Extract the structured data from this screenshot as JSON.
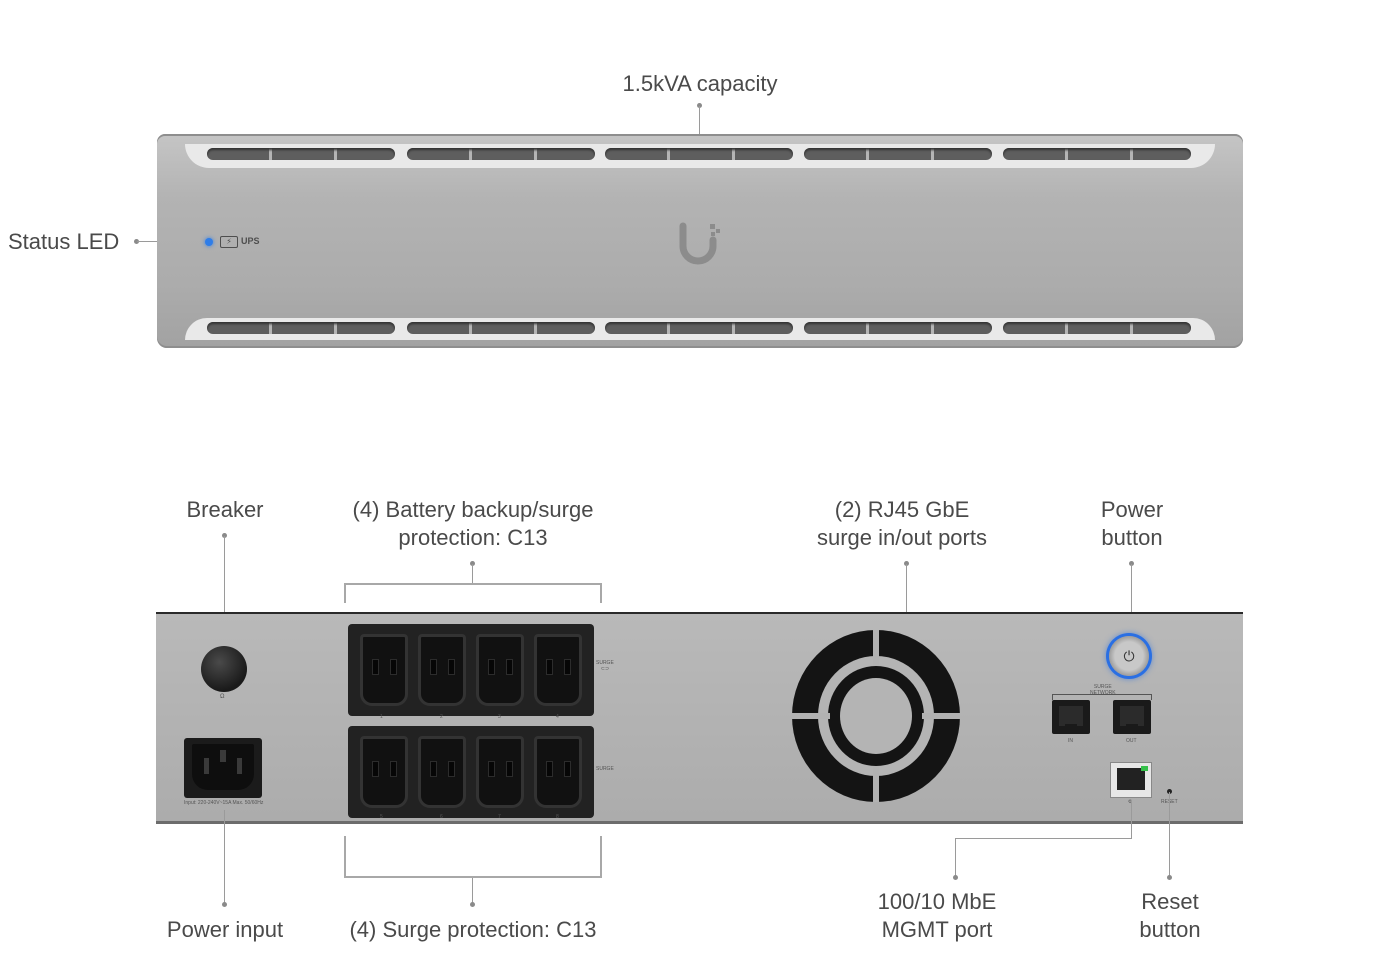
{
  "front": {
    "capacity_label": "1.5kVA capacity",
    "status_led_label": "Status LED",
    "led_indicator_text": "UPS",
    "status_led_color": "#2f7de8"
  },
  "rear": {
    "breaker_label": "Breaker",
    "battery_outlets_label_line1": "(4) Battery backup/surge",
    "battery_outlets_label_line2": "protection: C13",
    "rj45_label_line1": "(2) RJ45 GbE",
    "rj45_label_line2": "surge in/out ports",
    "power_button_label_line1": "Power",
    "power_button_label_line2": "button",
    "power_input_label": "Power input",
    "surge_outlets_label": "(4) Surge protection: C13",
    "mgmt_port_label_line1": "100/10 MbE",
    "mgmt_port_label_line2": "MGMT port",
    "reset_label_line1": "Reset",
    "reset_label_line2": "button",
    "power_button_ring_color": "#2a6fe3",
    "mgmt_link_led_color": "#35c04a"
  },
  "panel_markings": {
    "inlet_rating": "Input: 220-240V~15A Max. 50/60Hz",
    "breaker_mark": "Ω",
    "bank1_tag_line1": "SURGE",
    "bank1_tag_line2": "⊂⊃",
    "bank2_tag": "SURGE",
    "outlet_numbers_top": [
      "1",
      "2",
      "3",
      "4"
    ],
    "outlet_numbers_bottom": [
      "5",
      "6",
      "7",
      "8"
    ],
    "surge_network_line1": "SURGE",
    "surge_network_line2": "NETWORK",
    "port_in": "IN",
    "port_out": "OUT",
    "mgmt_mark": "⚙",
    "reset_mark": "RESET"
  }
}
